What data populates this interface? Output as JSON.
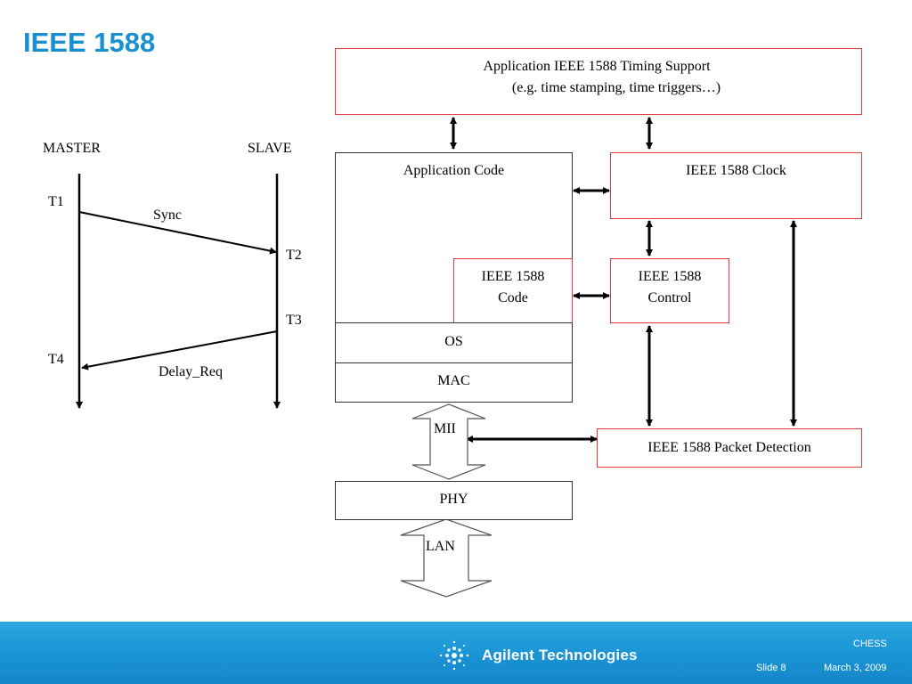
{
  "slide": {
    "title": "IEEE 1588"
  },
  "timing": {
    "master_label": "MASTER",
    "slave_label": "SLAVE",
    "t1": "T1",
    "t2": "T2",
    "t3": "T3",
    "t4": "T4",
    "sync_label": "Sync",
    "delay_req_label": "Delay_Req"
  },
  "stack": {
    "app_support_line1": "Application IEEE 1588 Timing Support",
    "app_support_line2": "(e.g. time stamping, time triggers…)",
    "application_code": "Application Code",
    "ieee_code_line1": "IEEE 1588",
    "ieee_code_line2": "Code",
    "os": "OS",
    "mac": "MAC",
    "mii": "MII",
    "phy": "PHY",
    "lan": "LAN",
    "clock": "IEEE 1588 Clock",
    "control_line1": "IEEE 1588",
    "control_line2": "Control",
    "packet_detection": "IEEE 1588 Packet Detection"
  },
  "footer": {
    "logo_text": "Agilent Technologies",
    "chess": "CHESS",
    "slide_number": "Slide 8",
    "date": "March 3, 2009"
  },
  "colors": {
    "title": "#1a8fd0",
    "red_border": "#e0393e",
    "footer": "#1a93d4"
  }
}
